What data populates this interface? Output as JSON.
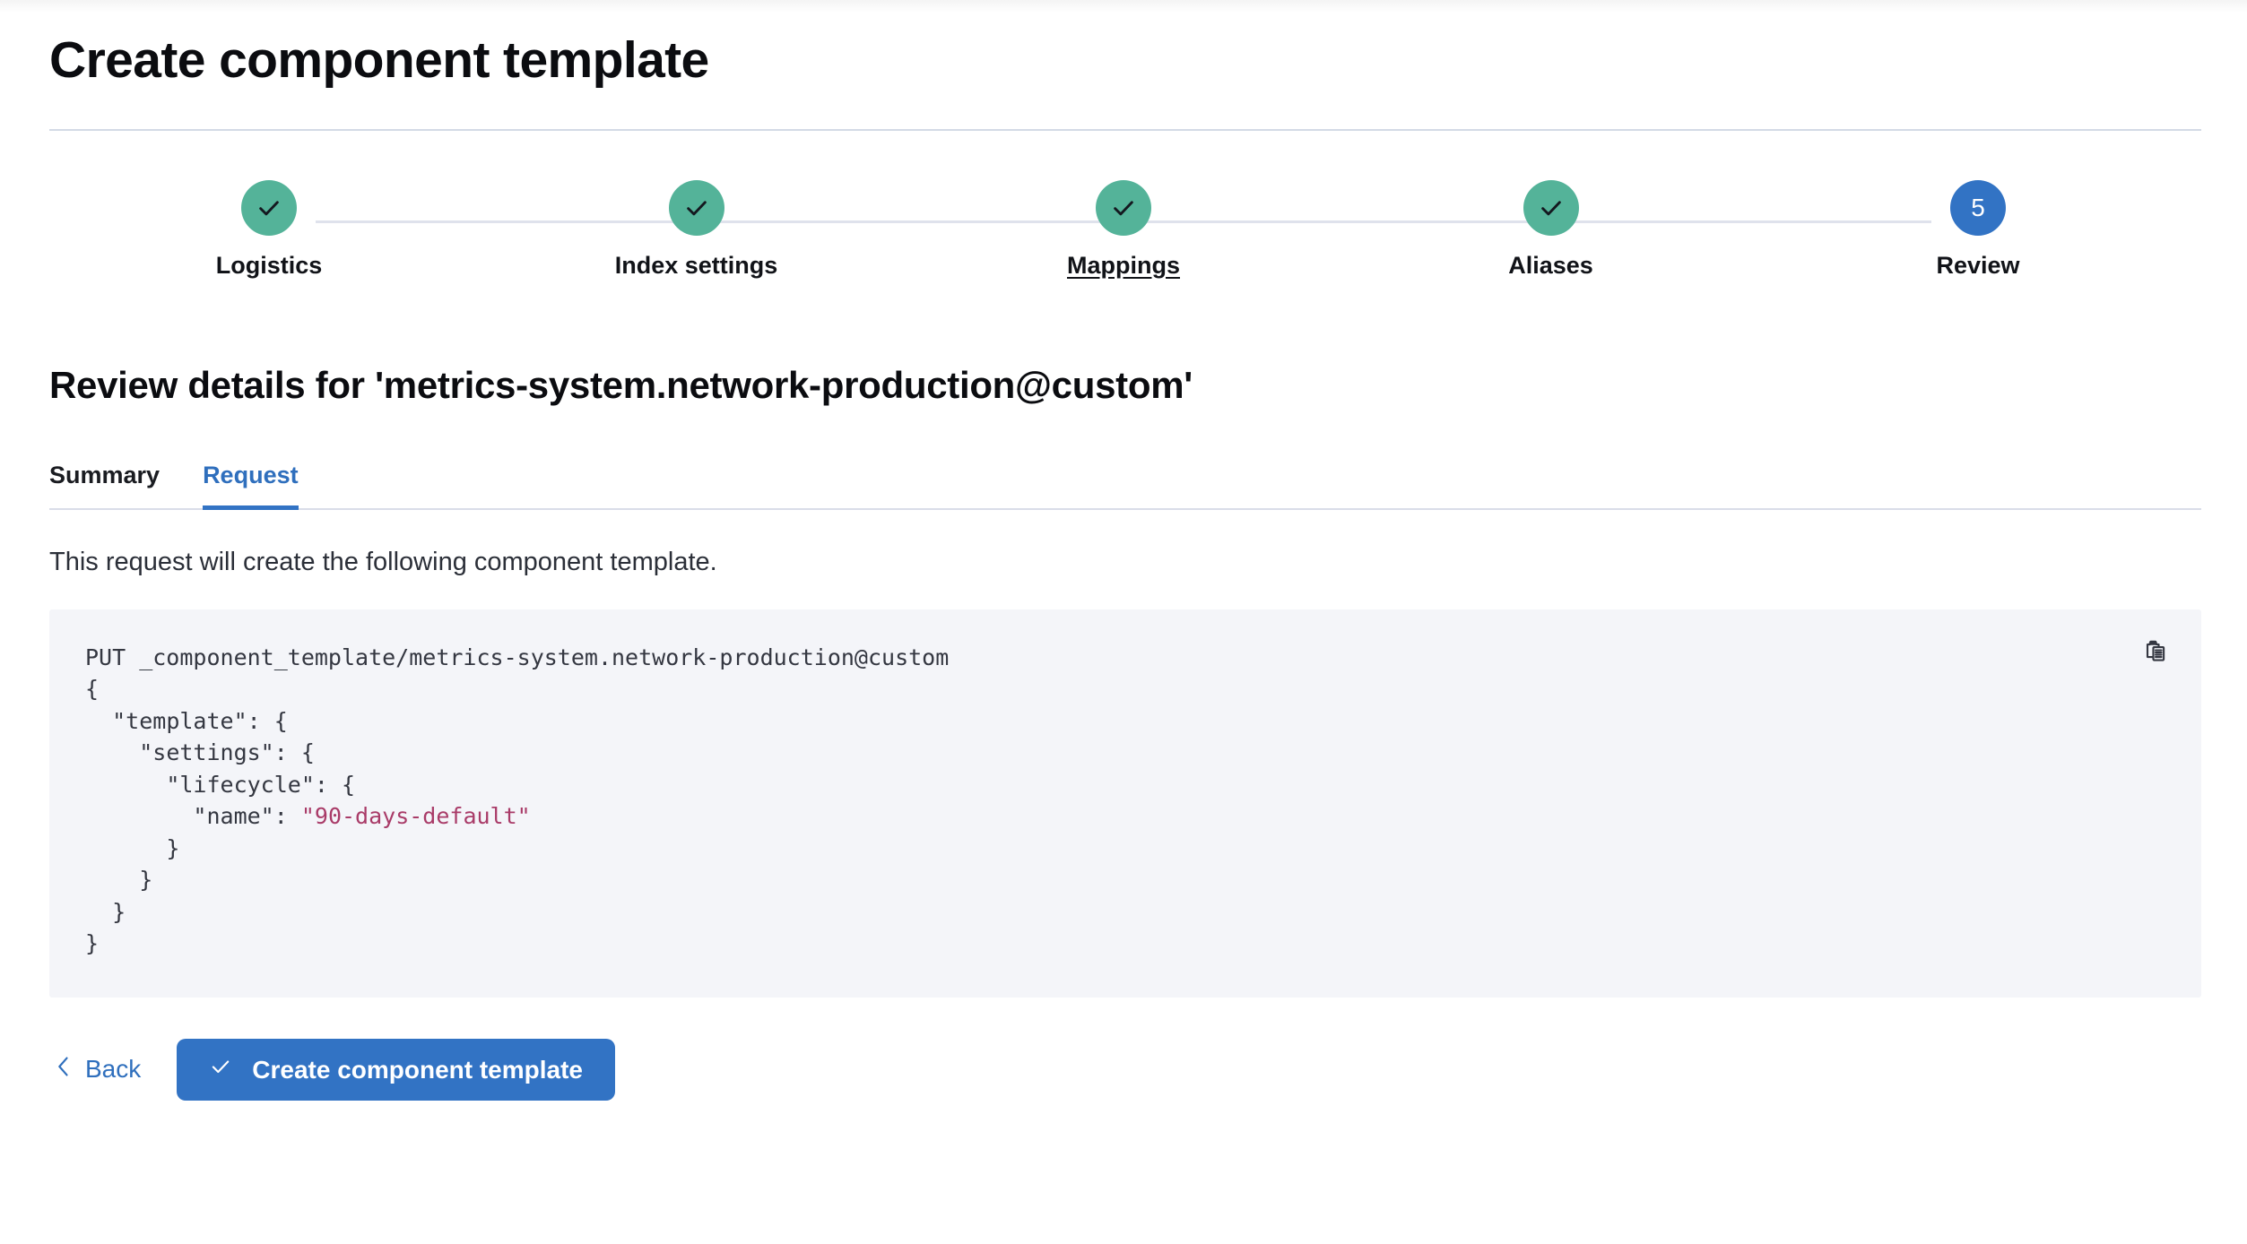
{
  "header": {
    "title": "Create component template"
  },
  "stepper": {
    "steps": [
      {
        "label": "Logistics",
        "state": "done",
        "icon": "check-icon",
        "number": "1",
        "underlined": false
      },
      {
        "label": "Index settings",
        "state": "done",
        "icon": "check-icon",
        "number": "2",
        "underlined": false
      },
      {
        "label": "Mappings",
        "state": "done",
        "icon": "check-icon",
        "number": "3",
        "underlined": true
      },
      {
        "label": "Aliases",
        "state": "done",
        "icon": "check-icon",
        "number": "4",
        "underlined": false
      },
      {
        "label": "Review",
        "state": "current",
        "icon": "",
        "number": "5",
        "underlined": false
      }
    ],
    "colors": {
      "done": "#54b399",
      "current": "#3273c4",
      "track": "#dfe2ec"
    }
  },
  "review": {
    "heading": "Review details for 'metrics-system.network-production@custom'",
    "tabs": [
      {
        "label": "Summary",
        "active": false
      },
      {
        "label": "Request",
        "active": true
      }
    ],
    "description": "This request will create the following component template.",
    "request": {
      "method_line": "PUT _component_template/metrics-system.network-production@custom",
      "body_lines": [
        {
          "text": "{",
          "indent": 0
        },
        {
          "text": "\"template\": {",
          "indent": 1
        },
        {
          "text": "\"settings\": {",
          "indent": 2
        },
        {
          "text": "\"lifecycle\": {",
          "indent": 3
        },
        {
          "key": "\"name\": ",
          "value": "\"90-days-default\"",
          "indent": 4
        },
        {
          "text": "}",
          "indent": 3
        },
        {
          "text": "}",
          "indent": 2
        },
        {
          "text": "}",
          "indent": 1
        },
        {
          "text": "}",
          "indent": 0
        }
      ],
      "full_text": "PUT _component_template/metrics-system.network-production@custom\n{\n  \"template\": {\n    \"settings\": {\n      \"lifecycle\": {\n        \"name\": \"90-days-default\"\n      }\n    }\n  }\n}",
      "string_color": "#a93b68",
      "panel_background": "#f4f5f9"
    },
    "copy_icon": "copy-clipboard-icon"
  },
  "footer": {
    "back_label": "Back",
    "back_icon": "chevron-left-icon",
    "submit_label": "Create component template",
    "submit_icon": "check-icon",
    "submit_color": "#3273c4"
  }
}
